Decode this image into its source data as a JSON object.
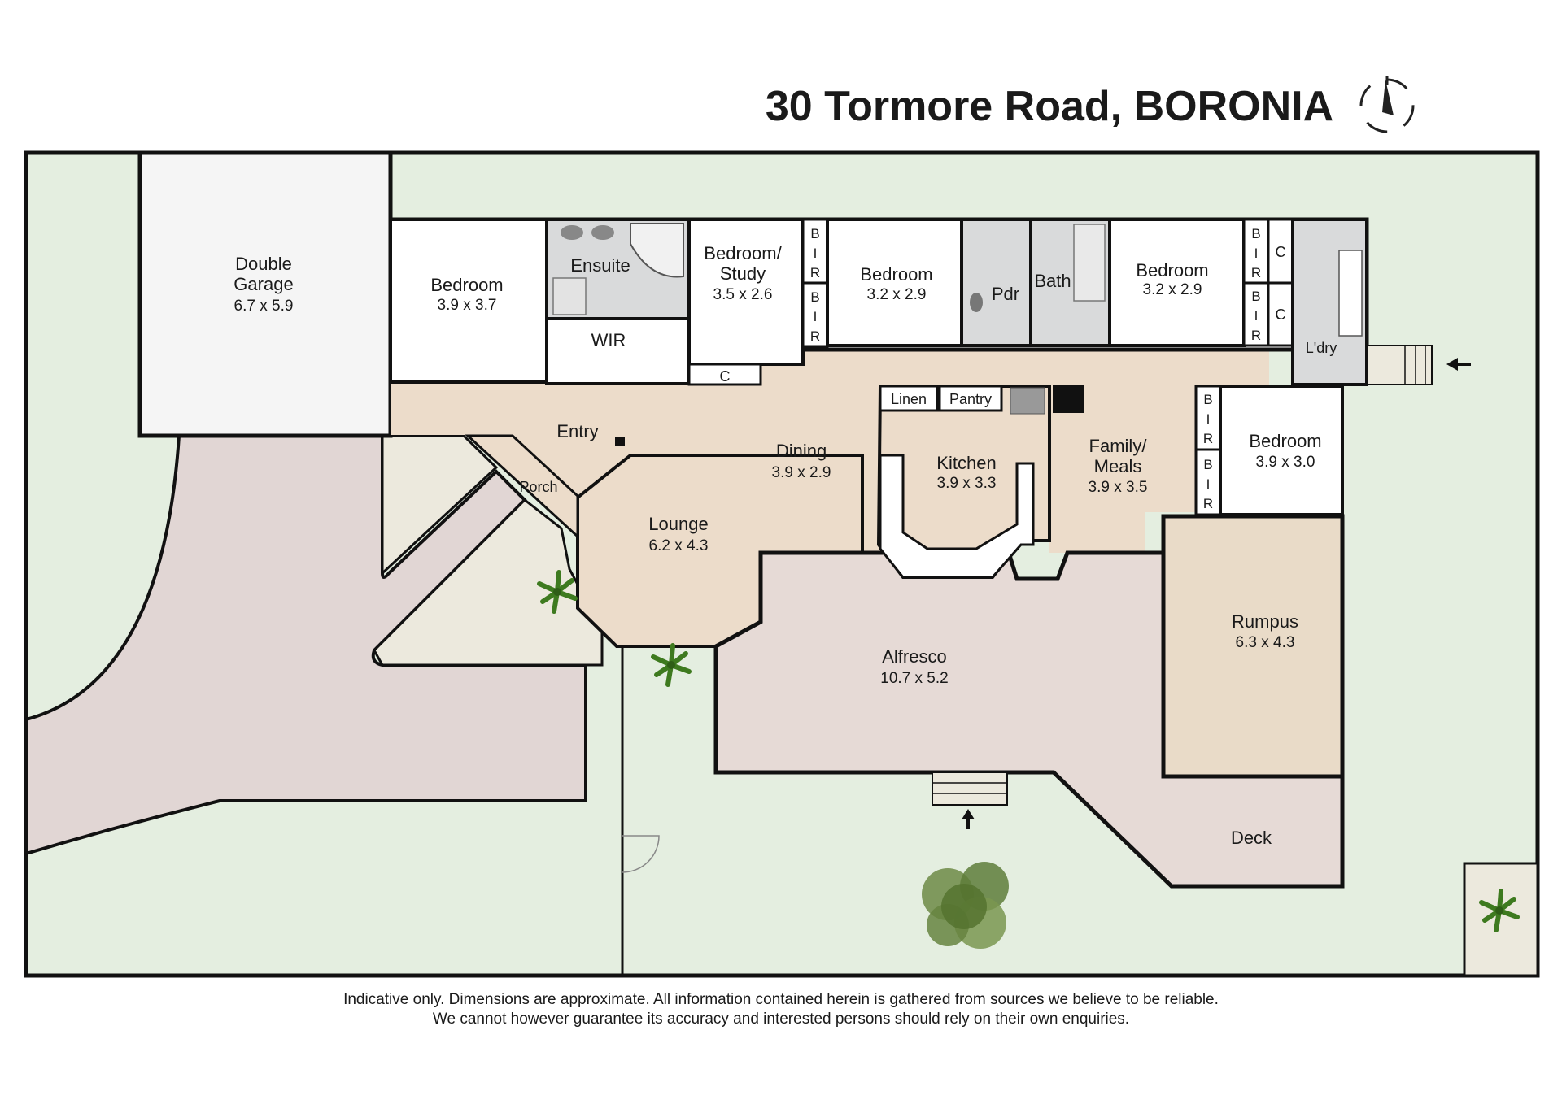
{
  "title": "30 Tormore Road, BORONIA",
  "rooms": {
    "garage": {
      "name_line1": "Double",
      "name_line2": "Garage",
      "dim": "6.7 x 5.9"
    },
    "bedroom1": {
      "name": "Bedroom",
      "dim": "3.9 x 3.7"
    },
    "ensuite": {
      "name": "Ensuite"
    },
    "wir": {
      "name": "WIR"
    },
    "study": {
      "name_line1": "Bedroom/",
      "name_line2": "Study",
      "dim": "3.5 x 2.6"
    },
    "bedroom2": {
      "name": "Bedroom",
      "dim": "3.2 x 2.9"
    },
    "pdr": {
      "name": "Pdr"
    },
    "bath": {
      "name": "Bath"
    },
    "bedroom3": {
      "name": "Bedroom",
      "dim": "3.2 x 2.9"
    },
    "laundry": {
      "name": "L'dry"
    },
    "entry": {
      "name": "Entry"
    },
    "porch": {
      "name": "Porch"
    },
    "dining": {
      "name": "Dining",
      "dim": "3.9 x 2.9"
    },
    "linen": {
      "name": "Linen"
    },
    "pantry": {
      "name": "Pantry"
    },
    "kitchen": {
      "name": "Kitchen",
      "dim": "3.9 x 3.3"
    },
    "family": {
      "name_line1": "Family/",
      "name_line2": "Meals",
      "dim": "3.9 x 3.5"
    },
    "bedroom4": {
      "name": "Bedroom",
      "dim": "3.9 x 3.0"
    },
    "lounge": {
      "name": "Lounge",
      "dim": "6.2 x 4.3"
    },
    "alfresco": {
      "name": "Alfresco",
      "dim": "10.7 x 5.2"
    },
    "rumpus": {
      "name": "Rumpus",
      "dim": "6.3 x 4.3"
    },
    "deck": {
      "name": "Deck"
    }
  },
  "closet_labels": {
    "bir": [
      "B",
      "I",
      "R"
    ],
    "cupboard": "C"
  },
  "disclaimer": {
    "line1": "Indicative only. Dimensions are approximate. All information contained herein is gathered from sources we believe to be reliable.",
    "line2": "We cannot however guarantee its accuracy and interested persons should rely on their own enquiries."
  },
  "colors": {
    "lawn": "#e4eee0",
    "driveway": "#e1d6d4",
    "paving": "#ece9dd",
    "living": "#ecdcca",
    "rumpus": "#e9dbc8",
    "alfresco": "#e6dad6",
    "rooms": "#ffffff",
    "wet_areas": "#d9dadb",
    "walls": "#111111"
  },
  "icons": [
    "compass-icon",
    "arrow-left-icon",
    "arrow-up-icon",
    "palm-tree-icon",
    "tree-icon"
  ]
}
